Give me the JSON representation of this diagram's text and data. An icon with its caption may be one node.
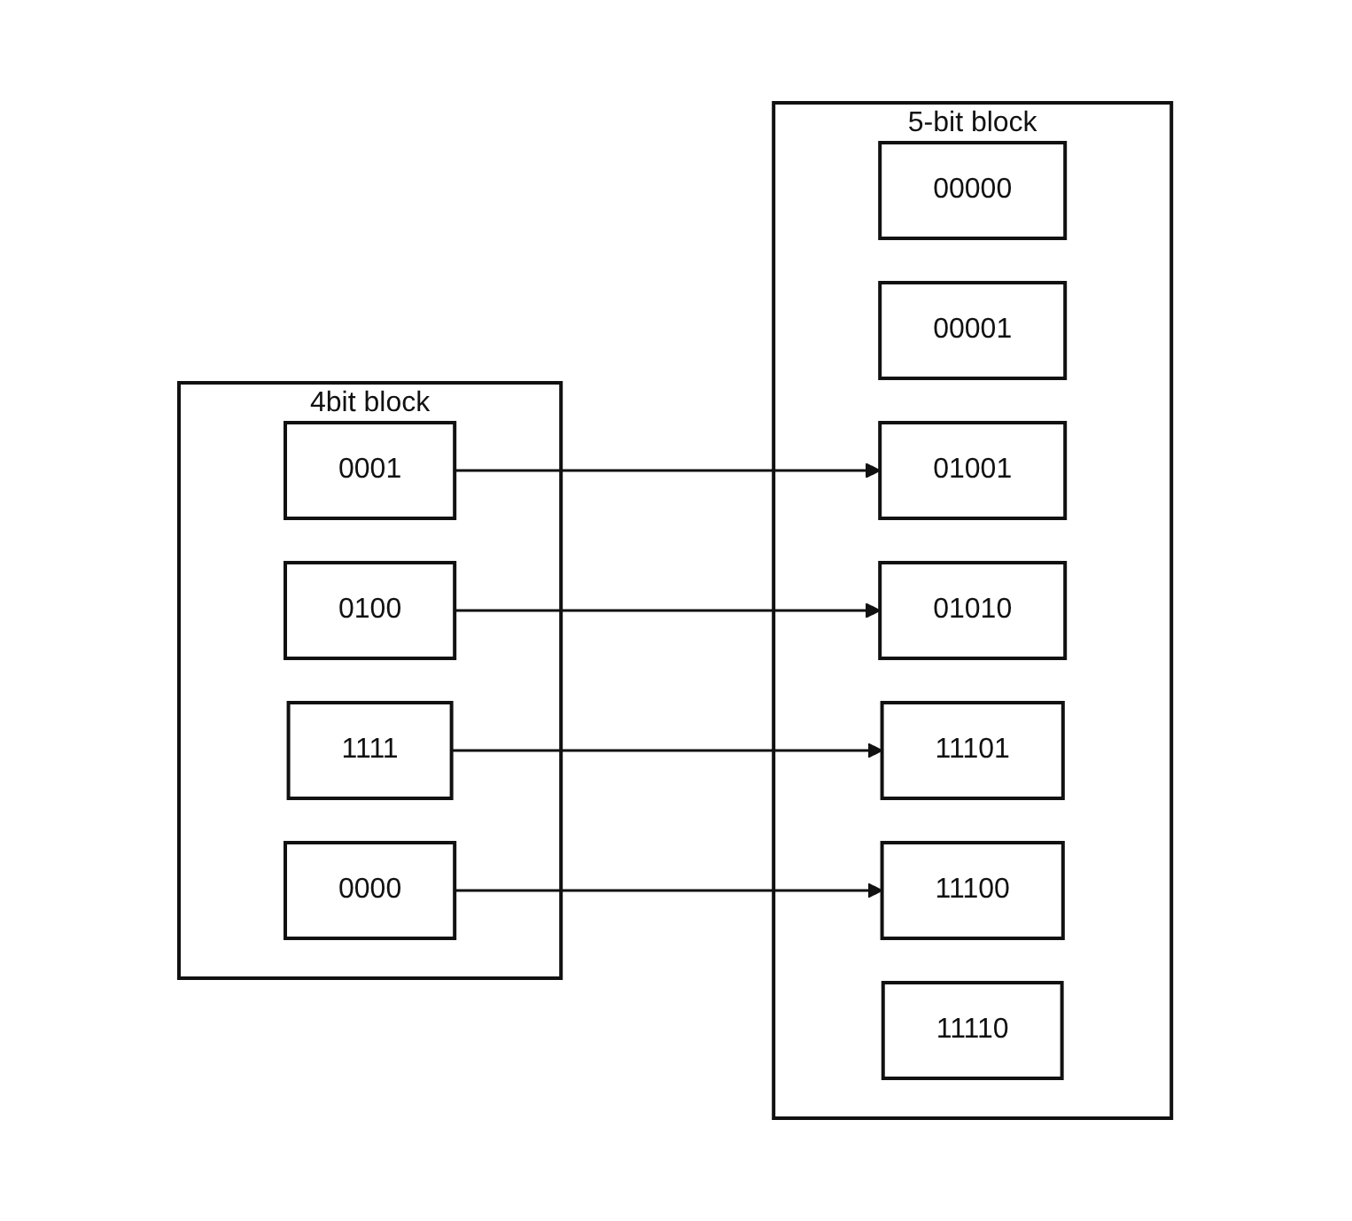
{
  "diagram": {
    "nodes": [
      {
        "text": [
          "4bit block"
        ]
      },
      {
        "text": [
          "0000"
        ],
        "in": 0
      },
      {
        "text": [
          "0001"
        ],
        "in": 0
      },
      {
        "text": [
          "0100"
        ],
        "in": 0
      },
      {
        "text": [
          "1111"
        ],
        "in": 0
      },
      {
        "text": [
          "5-bit block"
        ]
      },
      {
        "text": [
          "00000"
        ],
        "in": 5
      },
      {
        "text": [
          "00001"
        ],
        "in": 5
      },
      {
        "text": [
          "01001"
        ],
        "in": 5
      },
      {
        "text": [
          "01010"
        ],
        "in": 5
      },
      {
        "text": [
          "11101"
        ],
        "in": 5
      },
      {
        "text": [
          "11100"
        ],
        "in": 5
      },
      {
        "text": [
          "11110"
        ],
        "in": 5
      }
    ],
    "edges": [
      {
        "from": 1,
        "to": 11,
        "arrow": "to"
      },
      {
        "from": 2,
        "to": 8,
        "arrow": "to"
      },
      {
        "from": 3,
        "to": 9,
        "arrow": "to"
      },
      {
        "from": 4,
        "to": 10,
        "arrow": "to"
      }
    ]
  }
}
